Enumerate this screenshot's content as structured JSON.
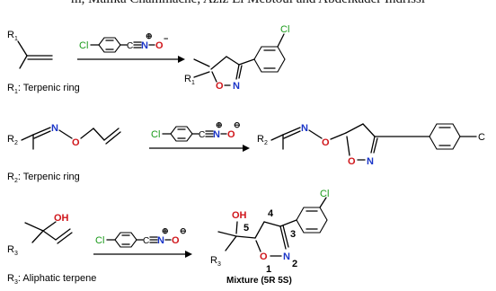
{
  "header": {
    "authors": "m, Malika Chammache, Aziz El Mebtoul and Abdelkader Indrissi"
  },
  "atoms": {
    "cl": "Cl",
    "n": "N",
    "o": "O",
    "c": "C",
    "oh": "OH",
    "cl_cut": "C"
  },
  "charges": {
    "plus": "⊕",
    "minus": "⊖",
    "minus_sign": "−"
  },
  "substituents": {
    "r1": "R",
    "r1_sub": "1",
    "r2": "R",
    "r2_sub": "2",
    "r3": "R",
    "r3_sub": "3"
  },
  "captions": {
    "row1": "R",
    "row1_sub": "1",
    "row1_text": ": Terpenic ring",
    "row2": "R",
    "row2_sub": "2",
    "row2_text": ": Terpenic ring",
    "row3": "R",
    "row3_sub": "3",
    "row3_text": ": Aliphatic  terpene"
  },
  "numbering": {
    "pos1": "1",
    "pos2": "2",
    "pos3": "3",
    "pos4": "4",
    "pos5": "5"
  },
  "product_note": "Mixture (5R 5S)",
  "colors": {
    "nitrogen": "#1a35c8",
    "oxygen": "#d0161b",
    "chlorine": "#1a9a1a"
  }
}
